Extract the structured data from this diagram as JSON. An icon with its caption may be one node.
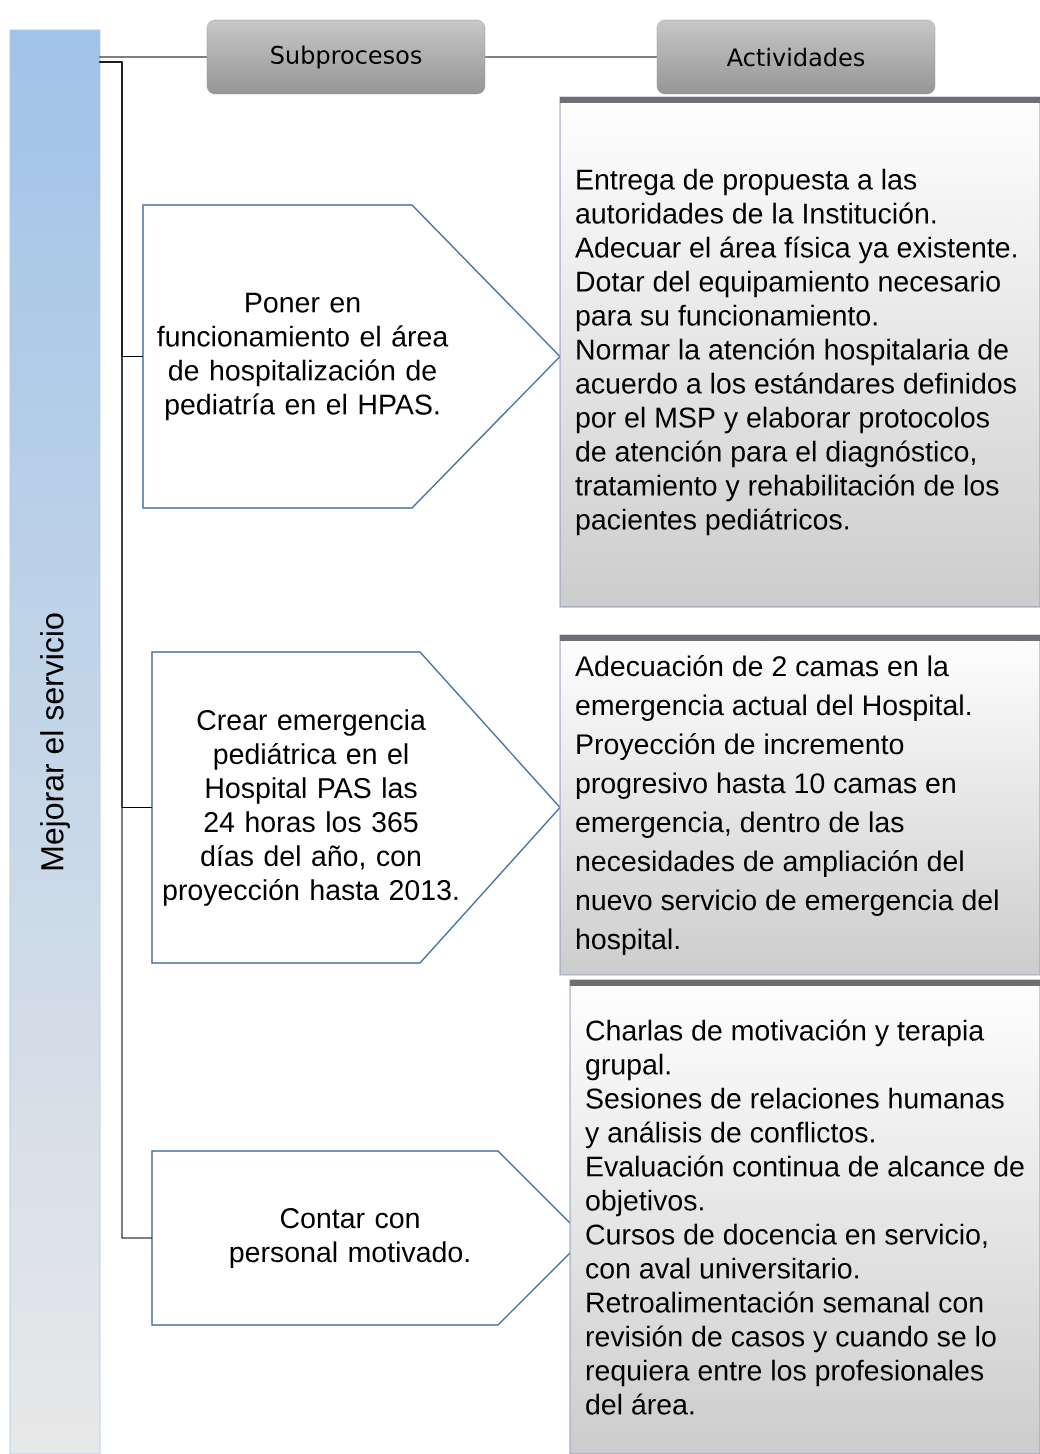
{
  "diagram": {
    "nodes": [
      {
        "text": [
          "Mejorar el servicio"
        ]
      },
      {
        "text": [
          "Subprocesos"
        ]
      },
      {
        "text": [
          "Actividades"
        ]
      },
      {
        "text": [
          "Poner en funcionamiento el área de hospitalización de pediatría en el HPAS."
        ]
      },
      {
        "text": [
          "Crear  emergencia pediátrica en el Hospital PAS las 24 horas los 365 días del año, con proyección hasta 2013."
        ]
      },
      {
        "text": [
          "Contar con personal motivado."
        ]
      },
      {
        "text": [
          "Entrega de propuesta a las autoridades de la Institución.",
          "Adecuar el área física ya existente. Dotar del equipamiento necesario para su funcionamiento.",
          "Normar la atención hospitalaria de acuerdo a los estándares definidos por el MSP y elaborar protocolos de atención para el diagnóstico, tratamiento y rehabilitación de los pacientes pediátricos."
        ]
      },
      {
        "text": [
          "Adecuación de 2 camas en la emergencia actual del Hospital.",
          "Proyección de incremento progresivo hasta 10 camas en emergencia, dentro de las necesidades de ampliación del nuevo servicio de emergencia del hospital."
        ]
      },
      {
        "text": [
          "Charlas de motivación y terapia grupal.",
          "Sesiones de relaciones humanas y análisis de conflictos.",
          "Evaluación continua de alcance de objetivos.",
          "Cursos de docencia en servicio, con aval universitario.",
          "Retroalimentación semanal con revisión de casos y cuando se lo requiera entre los profesionales del área."
        ]
      }
    ],
    "edges": [
      {
        "from": 0,
        "to": 1,
        "arrow": "none"
      },
      {
        "from": 1,
        "to": 2,
        "arrow": "none"
      },
      {
        "from": 0,
        "to": 3,
        "arrow": "none"
      },
      {
        "from": 0,
        "to": 4,
        "arrow": "none"
      },
      {
        "from": 0,
        "to": 5,
        "arrow": "none"
      }
    ]
  }
}
